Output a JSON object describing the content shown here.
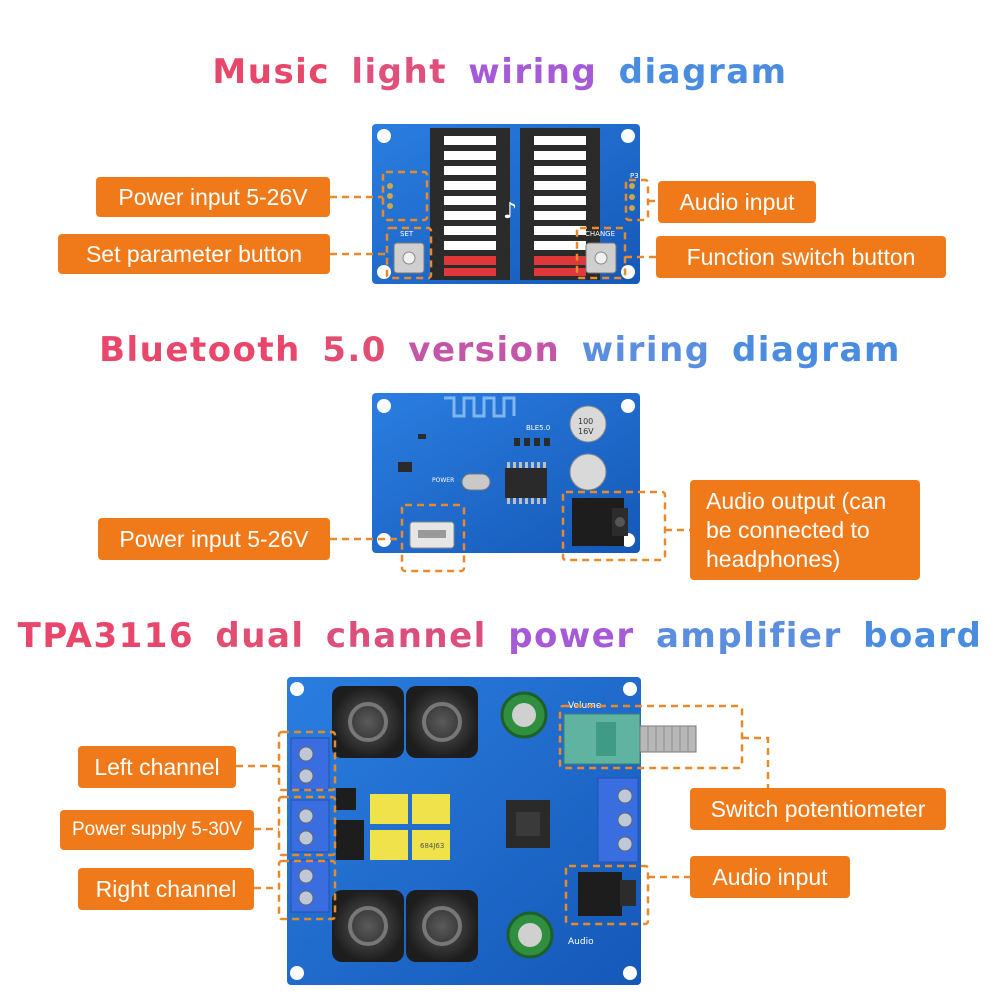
{
  "sections": [
    {
      "title_words": [
        {
          "text": "Music",
          "color": "#e8466a"
        },
        {
          "text": "light",
          "color": "#e0507a"
        },
        {
          "text": "wiring",
          "color": "#a65ad8"
        },
        {
          "text": "diagram",
          "color": "#4a8ce0"
        }
      ],
      "labels": {
        "power_input": "Power input 5-26V",
        "set_button": "Set parameter button",
        "audio_input": "Audio input",
        "function_switch": "Function switch button"
      }
    },
    {
      "title_words": [
        {
          "text": "Bluetooth",
          "color": "#e8466a"
        },
        {
          "text": "5.0",
          "color": "#e24e72"
        },
        {
          "text": "version",
          "color": "#c455a8"
        },
        {
          "text": "wiring",
          "color": "#5c8ee0"
        },
        {
          "text": "diagram",
          "color": "#4a8ce0"
        }
      ],
      "labels": {
        "power_input": "Power input 5-26V",
        "audio_output": "Audio output (can be connected to headphones)"
      }
    },
    {
      "title_words": [
        {
          "text": "TPA3116",
          "color": "#e8466a"
        },
        {
          "text": "dual",
          "color": "#e24e72"
        },
        {
          "text": "channel",
          "color": "#dc4f7c"
        },
        {
          "text": "power",
          "color": "#a65ad8"
        },
        {
          "text": "amplifier",
          "color": "#5c8ee0"
        },
        {
          "text": "board",
          "color": "#4a8ce0"
        }
      ],
      "labels": {
        "left_channel": "Left channel",
        "power_supply": "Power supply 5-30V",
        "right_channel": "Right channel",
        "switch_pot": "Switch potentiometer",
        "audio_input": "Audio input"
      }
    }
  ],
  "silkscreen": {
    "set": "SET",
    "change": "CHANGE",
    "p3": "P3",
    "power": "POWER",
    "ble": "BLE5.0",
    "cap_value": "100",
    "cap_voltage": "16V",
    "volume": "Volume",
    "audio": "Audio",
    "film_cap": "684J63"
  },
  "colors": {
    "label_bg": "#f07a1a",
    "pcb_blue": "#1f6fd0",
    "dashed": "#e88a2a"
  }
}
